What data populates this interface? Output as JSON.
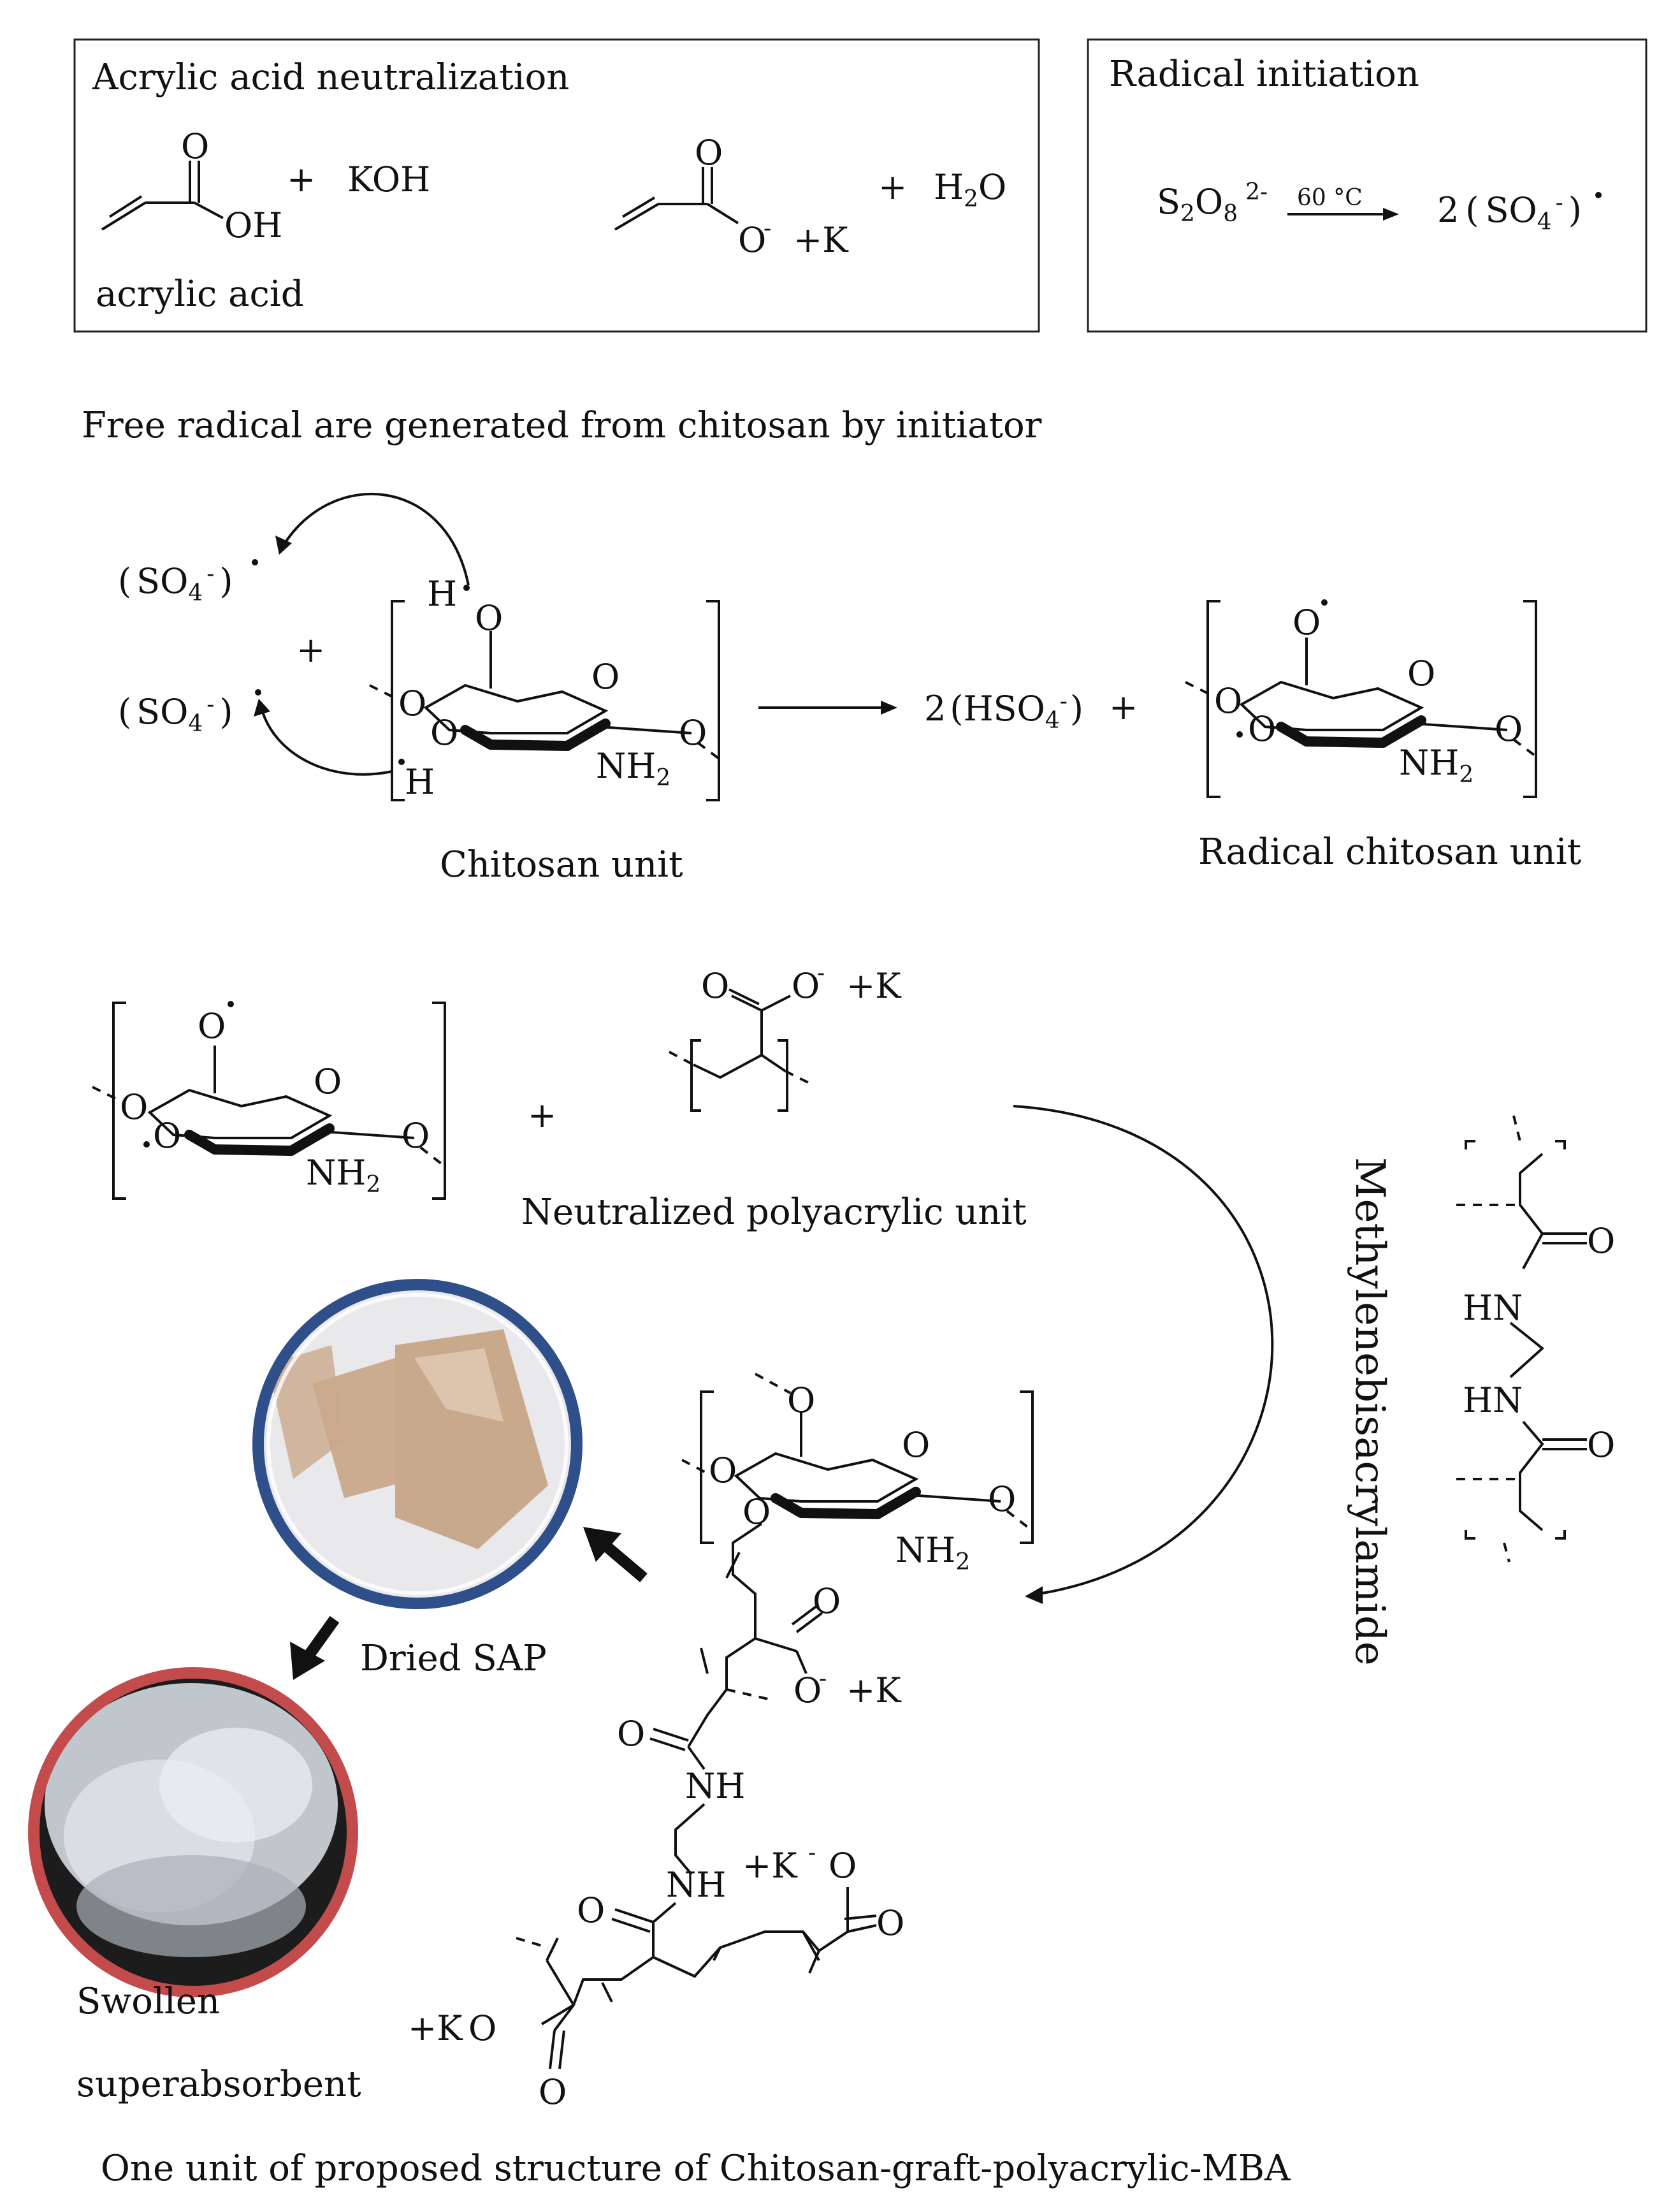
{
  "panels": {
    "neutralization": {
      "title": "Acrylic acid neutralization",
      "oh": "OH",
      "o": "O",
      "plus": "+",
      "koh": "KOH",
      "o_minus": "O",
      "minus": "-",
      "k_plus": "+K",
      "h2o_h": "H",
      "h2o_sub": "2",
      "h2o_o": "O",
      "acrylic_acid": "acrylic acid"
    },
    "initiation": {
      "title": "Radical initiation",
      "s": "S",
      "s_sub": "2",
      "o": "O",
      "o_sub": "8",
      "charge": "2-",
      "condition": "60 °C",
      "coef": "2",
      "so": "SO",
      "so_sub": "4",
      "minus": "-"
    }
  },
  "chitosan_section": {
    "heading": "Free radical are generated from chitosan by initiator",
    "so4_left": "SO",
    "sub4": "4",
    "minus": "-",
    "h": "H",
    "o": "O",
    "nh": "NH",
    "nh_sub": "2",
    "plus": "+",
    "coef": "2",
    "hso": "HSO",
    "chitosan_unit": "Chitosan unit",
    "radical_unit": "Radical chitosan unit"
  },
  "grafting_section": {
    "o": "O",
    "o_minus": "O",
    "minus": "-",
    "k_plus": "+K",
    "nh": "NH",
    "nh_sub": "2",
    "plus": "+",
    "neutralized_label": "Neutralized polyacrylic unit",
    "mba_label": "Methylenebisacrylamide",
    "hn": "HN"
  },
  "product_section": {
    "dried_label": "Dried SAP",
    "swollen_line1": "Swollen",
    "swollen_line2": "superabsorbent",
    "nh": "NH",
    "nh_sub": "2",
    "o": "O",
    "o_minus": "O",
    "minus": "-",
    "k_plus": "+K",
    "kplus_left": "+K",
    "caption": "One unit of proposed structure of Chitosan-graft-polyacrylic-MBA"
  },
  "colors": {
    "dried_ring": "#2e4f8a",
    "swollen_ring": "#c44b4b",
    "dried_fill": "#c9a98c",
    "swollen_fill": "#bfc6cc"
  }
}
